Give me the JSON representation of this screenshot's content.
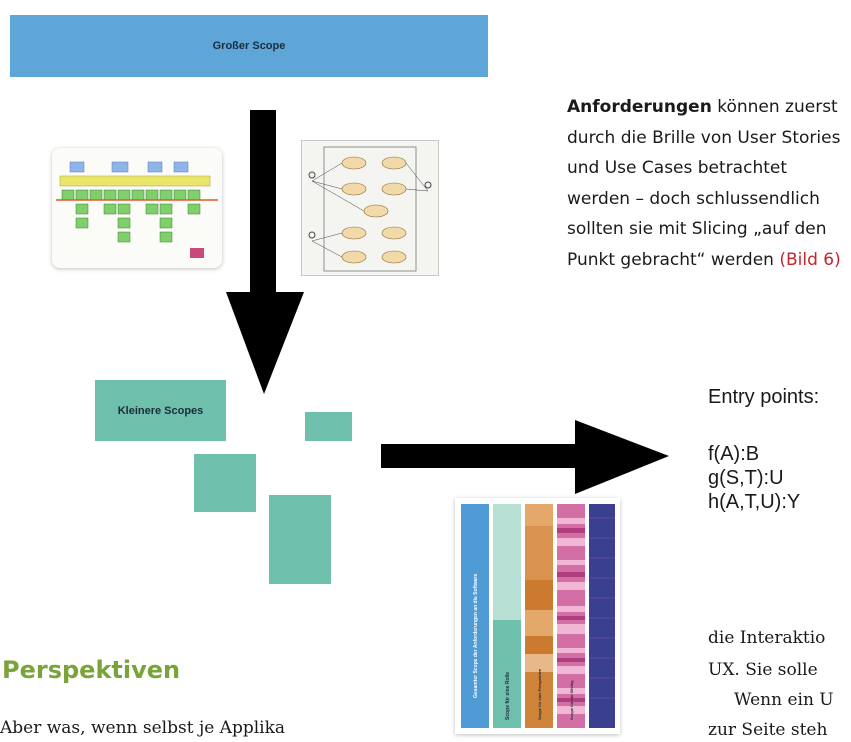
{
  "big_scope": {
    "label": "Großer Scope"
  },
  "small_scope": {
    "label": "Kleinere Scopes"
  },
  "sidebar": {
    "bold": "Anforderungen",
    "text": " können zuerst durch die Brille von User Stories und Use Cases betrachtet werden – doch schlussendlich sollten sie mit Slicing „auf den Punkt gebracht“ werden ",
    "ref": "(Bild 6)"
  },
  "entry_points": {
    "title": "Entry points:",
    "lines": [
      "f(A):B",
      "g(S,T):U",
      "h(A,T,U):Y"
    ]
  },
  "scope_chart": {
    "col1_label": "Gesamter Scope der Anforderungen an die Software",
    "col2_label": "Scope für eine Rolle",
    "col3_label": "Scope für eine Perspektive",
    "col4_label": "Scope für ein Sliving"
  },
  "article": {
    "heading": "Perspektiven",
    "left_line": "Aber was, wenn selbst je Applika",
    "right_lines": [
      "die Interaktio",
      "UX. Sie solle",
      "Wenn ein U",
      "zur Seite steh"
    ]
  },
  "colors": {
    "scope_blue": "#5fa6d8",
    "scope_teal": "#6fbfad",
    "heading_green": "#7aa33a",
    "ref_red": "#c4262e"
  },
  "icons": [
    "story-map-image",
    "use-case-diagram-image",
    "arrow-down-icon",
    "arrow-right-icon"
  ]
}
